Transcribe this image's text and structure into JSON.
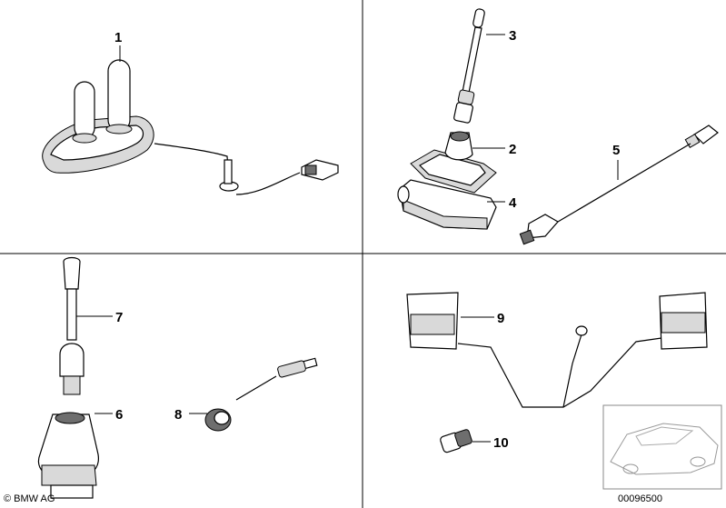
{
  "callouts": {
    "c1": "1",
    "c2": "2",
    "c3": "3",
    "c4": "4",
    "c5": "5",
    "c6": "6",
    "c7": "7",
    "c8": "8",
    "c9": "9",
    "c10": "10"
  },
  "footer": {
    "copyright": "© BMW AG",
    "diagram_number": "00096500"
  }
}
